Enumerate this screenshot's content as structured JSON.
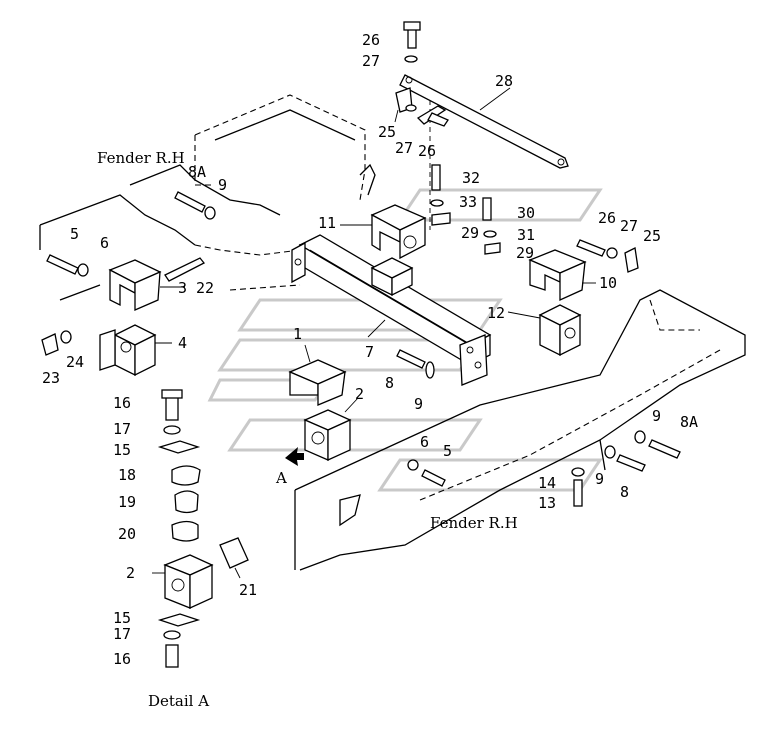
{
  "captions": {
    "fender_top": "Fender R.H",
    "fender_bottom": "Fender R.H",
    "view_a": "A",
    "detail": "Detail A"
  },
  "callouts": [
    "26",
    "27",
    "28",
    "25",
    "27",
    "26",
    "8A",
    "9",
    "32",
    "33",
    "30",
    "29",
    "31",
    "29",
    "11",
    "26",
    "27",
    "25",
    "5",
    "6",
    "3",
    "22",
    "10",
    "12",
    "1",
    "7",
    "4",
    "24",
    "23",
    "2",
    "8",
    "9",
    "16",
    "17",
    "15",
    "18",
    "19",
    "20",
    "2",
    "21",
    "15",
    "17",
    "16",
    "6",
    "5",
    "9",
    "8A",
    "9",
    "8",
    "14",
    "13"
  ]
}
